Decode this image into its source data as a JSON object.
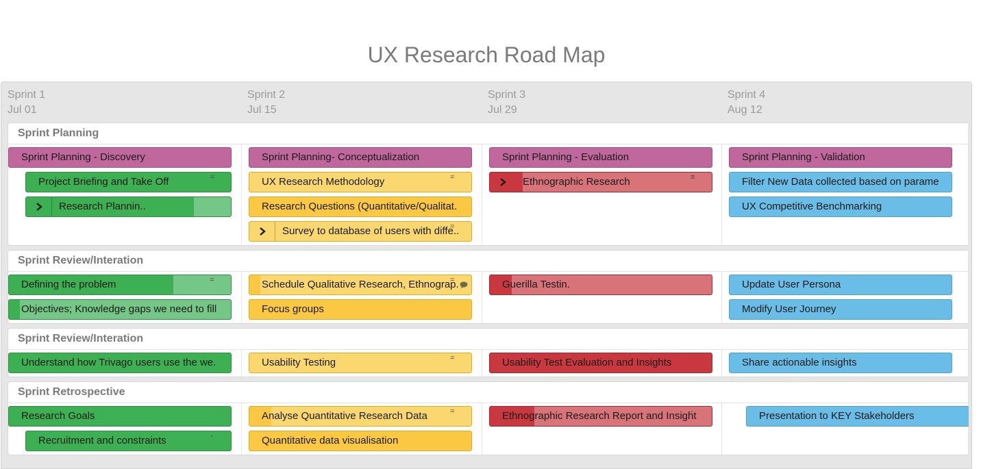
{
  "title": "UX Research Road Map",
  "sprints": [
    {
      "name": "Sprint 1",
      "date": "Jul 01"
    },
    {
      "name": "Sprint 2",
      "date": "Jul 15"
    },
    {
      "name": "Sprint 3",
      "date": "Jul 29"
    },
    {
      "name": "Sprint 4",
      "date": "Aug 12"
    }
  ],
  "colors": {
    "purple": "#c0679d",
    "green": "#3eb054",
    "yellow": "#fac842",
    "red": "#c9373f",
    "blue": "#6abde7"
  },
  "lanes": [
    {
      "title": "Sprint Planning",
      "cards": {
        "s1_1": "Sprint Planning - Discovery",
        "s1_2": "Project Briefing and Take Off",
        "s1_3": "Research Plannin..",
        "s2_1": "Sprint Planning- Conceptualization",
        "s2_2": "UX Research Methodology",
        "s2_3": "Research Questions (Quantitative/Qualitat.",
        "s2_4": "Survey to database of users with diffe..",
        "s3_1": "Sprint Planning - Evaluation",
        "s3_2": "Ethnographic Research",
        "s4_1": "Sprint Planning - Validation",
        "s4_2": "Filter New Data collected based on parame",
        "s4_3": "UX Competitive Benchmarking"
      }
    },
    {
      "title": "Sprint Review/Interation",
      "cards": {
        "s1_1": "Defining the problem",
        "s1_2": "Objectives; Knowledge gaps we need to fill",
        "s2_1": "Schedule Qualitative Research, Ethnograp.",
        "s2_2": "Focus groups",
        "s3_1": "Guerilla Testin.",
        "s4_1": "Update User Persona",
        "s4_2": "Modify User Journey"
      }
    },
    {
      "title": "Sprint Review/Interation",
      "cards": {
        "s1_1": "Understand how Trivago users use the we.",
        "s2_1": "Usability Testing",
        "s3_1": "Usability Test Evaluation and Insights",
        "s4_1": "Share actionable insights"
      }
    },
    {
      "title": "Sprint Retrospective",
      "cards": {
        "s1_1": "Research Goals",
        "s1_2": "Recruitment and constraints",
        "s2_1": "Analyse Quantitative Research Data",
        "s2_2": "Quantitative data visualisation",
        "s3_1": "Ethnographic Research Report and Insight",
        "s4_1": "Presentation to KEY Stakeholders"
      }
    }
  ],
  "progress": {
    "research_planning": 0.82,
    "defining_the_problem": 0.74,
    "objectives": 0.05,
    "schedule_qualitative": 0.05,
    "guerilla_testing": 0.1,
    "analyse_quantitative": 0.1,
    "ethnographic_report": 0.2
  },
  "icons": {
    "expand": "chevron-right-icon",
    "handle": "drag-handle-icon",
    "comment": "comment-icon"
  }
}
